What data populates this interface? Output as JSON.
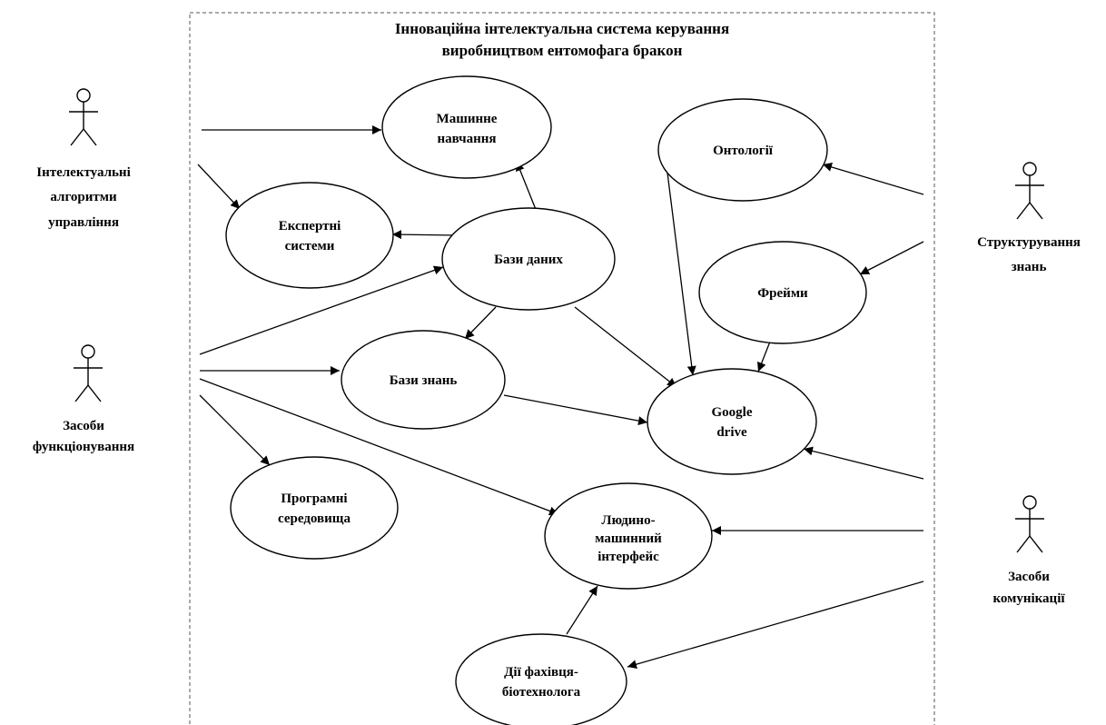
{
  "title": {
    "line1": "Інноваційна інтелектуальна система керування",
    "line2": "виробництвом ентомофага бракон"
  },
  "actors": {
    "intelligent": [
      "Інтелектуальні",
      "алгоритми",
      "управління"
    ],
    "functioning": [
      "Засоби",
      "функціонування"
    ],
    "structuring": [
      "Структурування",
      "знань"
    ],
    "communication": [
      "Засоби",
      "комунікації"
    ]
  },
  "use_cases": {
    "machine_learning": [
      "Машинне",
      "навчання"
    ],
    "expert_systems": [
      "Експертні",
      "системи"
    ],
    "databases": [
      "Бази даних"
    ],
    "knowledge_bases": [
      "Бази знань"
    ],
    "software_env": [
      "Програмні",
      "середовища"
    ],
    "ontologies": [
      "Онтології"
    ],
    "frames": [
      "Фрейми"
    ],
    "google_drive": [
      "Google",
      "drive"
    ],
    "hmi": [
      "Людино-",
      "машинний",
      "інтерфейс"
    ],
    "specialist": [
      "Дії фахівця-",
      "біотехнолога"
    ]
  },
  "colors": {
    "stroke": "#000000",
    "boundary": "#555555",
    "fill": "#ffffff"
  }
}
